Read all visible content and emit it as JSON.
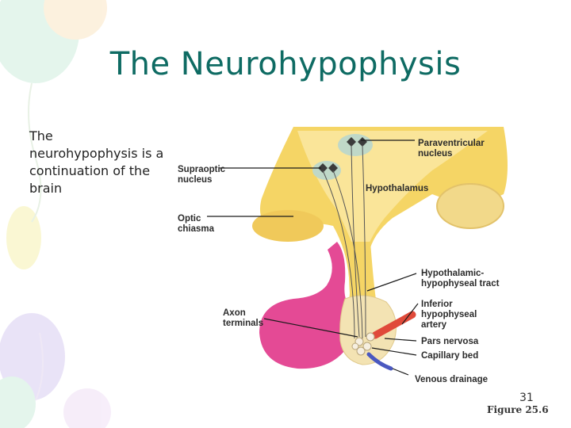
{
  "slide": {
    "title": "The Neurohypophysis",
    "body_text": "The neurohypophysis is a continuation of the brain",
    "page_number": "31",
    "figure_reference": "Figure 25.6"
  },
  "diagram": {
    "labels": {
      "paraventricular_1": "Paraventricular",
      "paraventricular_2": "nucleus",
      "supraoptic_1": "Supraoptic",
      "supraoptic_2": "nucleus",
      "hypothalamus": "Hypothalamus",
      "optic_1": "Optic",
      "optic_2": "chiasma",
      "tract_1": "Hypothalamic-",
      "tract_2": "hypophyseal tract",
      "axon_1": "Axon",
      "axon_2": "terminals",
      "artery_1": "Inferior",
      "artery_2": "hypophyseal",
      "artery_3": "artery",
      "pars_nervosa": "Pars nervosa",
      "capillary_bed": "Capillary bed",
      "venous_drainage": "Venous drainage"
    },
    "colors": {
      "hypothalamus": "#f5d565",
      "hypothalamus_light": "#fbe9a6",
      "adenohypophysis": "#e44a95",
      "neurohypophysis": "#f3e3b3",
      "artery": "#e04a3a",
      "vein": "#4a58c0",
      "nucleus": "#bfd8c8"
    }
  }
}
